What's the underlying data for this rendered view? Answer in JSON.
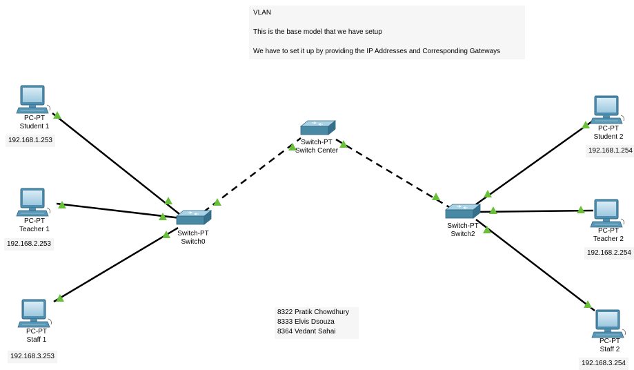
{
  "note_top": {
    "title": "VLAN",
    "line1": "This is the base model that we have setup",
    "line2": "We have to set it up by providing the IP Addresses and Corresponding Gateways"
  },
  "note_bottom": {
    "line1": "8322 Pratik Chowdhury",
    "line2": "8333 Elvis Dsouza",
    "line3": "8364 Vedant Sahai"
  },
  "pcs": {
    "student1": {
      "model": "PC-PT",
      "name": "Student 1",
      "ip": "192.168.1.253"
    },
    "teacher1": {
      "model": "PC-PT",
      "name": "Teacher 1",
      "ip": "192.168.2.253"
    },
    "staff1": {
      "model": "PC-PT",
      "name": "Staff 1",
      "ip": "192.168.3.253"
    },
    "student2": {
      "model": "PC-PT",
      "name": "Student 2",
      "ip": "192.168.1.254"
    },
    "teacher2": {
      "model": "PC-PT",
      "name": "Teacher 2",
      "ip": "192.168.2.254"
    },
    "staff2": {
      "model": "PC-PT",
      "name": "Staff 2",
      "ip": "192.168.3.254"
    }
  },
  "switches": {
    "switch0": {
      "model": "Switch-PT",
      "name": "Switch0"
    },
    "center": {
      "model": "Switch-PT",
      "name": "Switch Center"
    },
    "switch2": {
      "model": "Switch-PT",
      "name": "Switch2"
    }
  },
  "colors": {
    "link": "#000000",
    "link_status": "#6abf3a",
    "switch_body": "#4a89a4",
    "pc_monitor": "#5a97b5"
  }
}
